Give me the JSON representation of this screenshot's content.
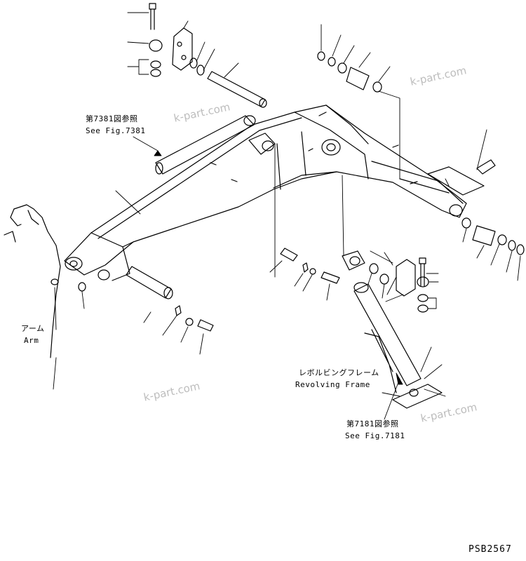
{
  "labels": {
    "fig7381_jp": "第7381図参照",
    "fig7381_en": "See Fig.7381",
    "fig7181_jp": "第7181図参照",
    "fig7181_en": "See Fig.7181",
    "arm_jp": "アーム",
    "arm_en": "Arm",
    "frame_jp": "レボルビングフレーム",
    "frame_en": "Revolving Frame",
    "drawing_code": "PSB2567"
  },
  "watermarks": [
    "k-part.com",
    "k-part.com",
    "k-part.com",
    "k-part.com"
  ]
}
